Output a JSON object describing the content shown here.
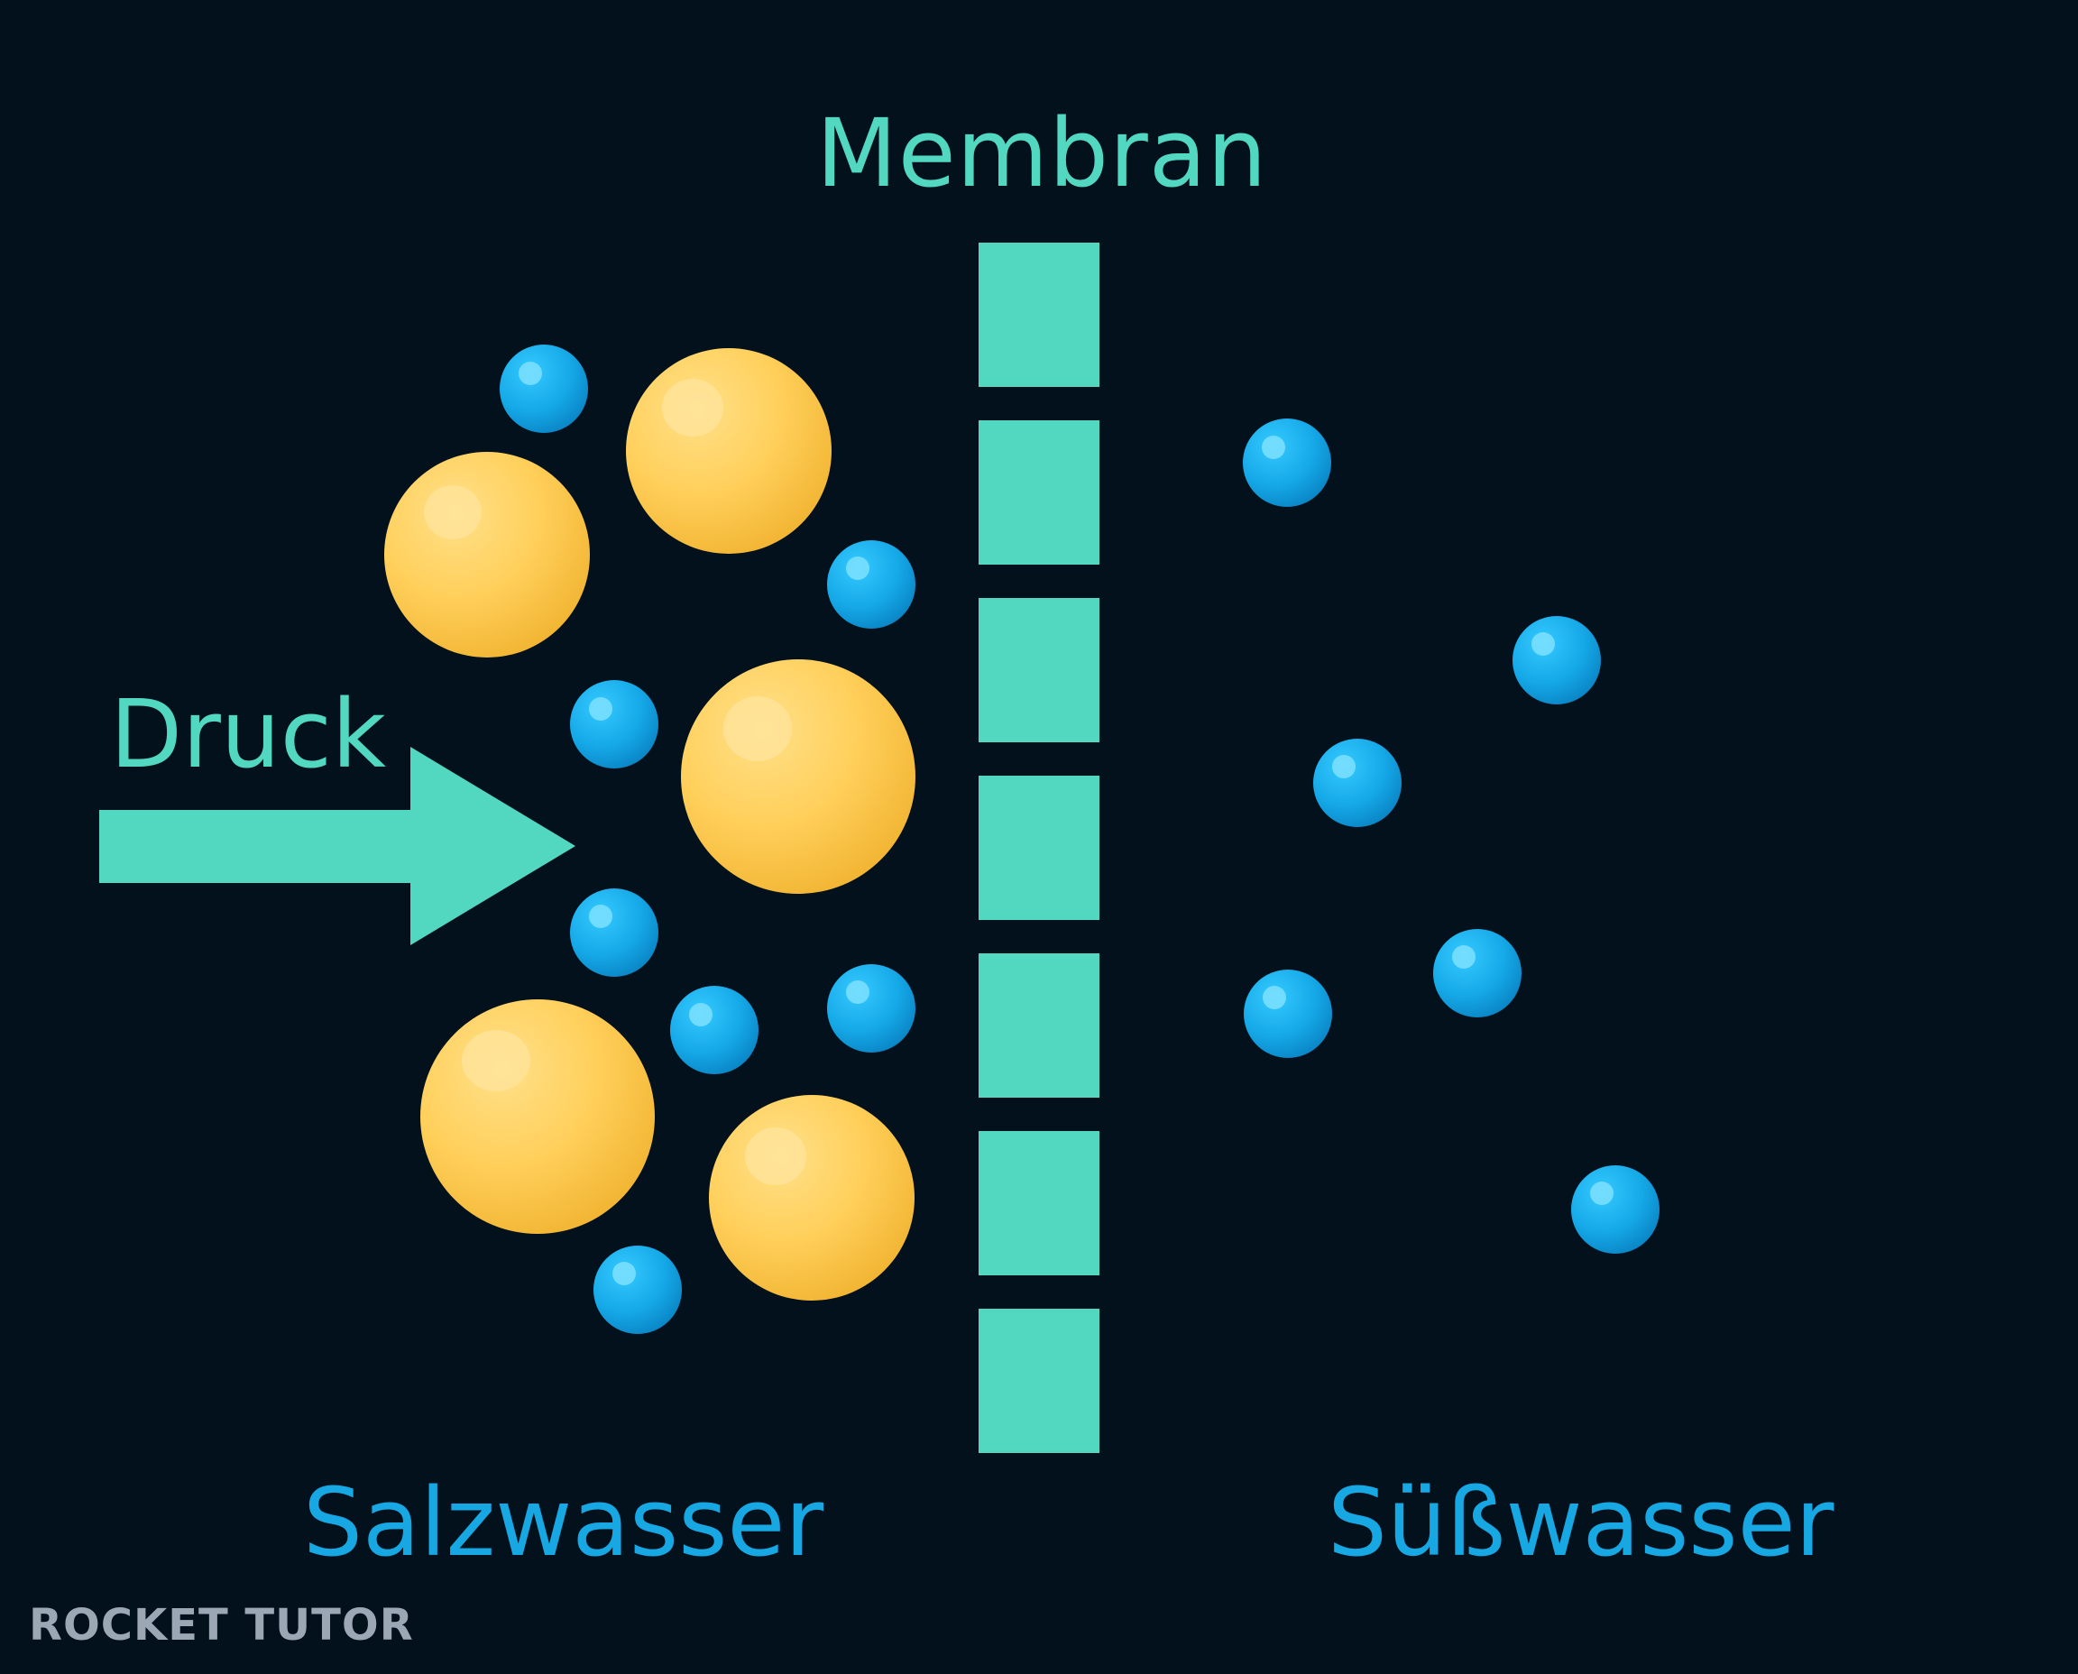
{
  "labels": {
    "membrane": "Membran",
    "pressure": "Druck",
    "salt_water": "Salzwasser",
    "fresh_water": "Süßwasser"
  },
  "brand": {
    "text": "ROCKET TUTOR"
  },
  "colors": {
    "background": "#03111d",
    "membrane": "#52d7c1",
    "arrow": "#52d7c1",
    "label_teal": "#52d7c1",
    "label_blue": "#17a7e3",
    "water_molecule": "#16a9e8",
    "water_molecule_shadow": "#0a86c6",
    "salt_particle": "#ffcf5a",
    "salt_particle_shadow": "#f2b533",
    "brand_gray": "#9ba7b4"
  },
  "icons": {
    "arrow": "pressure-arrow-icon",
    "membrane": "membrane-icon",
    "salt": "salt-particle-icon",
    "water": "water-molecule-icon"
  }
}
